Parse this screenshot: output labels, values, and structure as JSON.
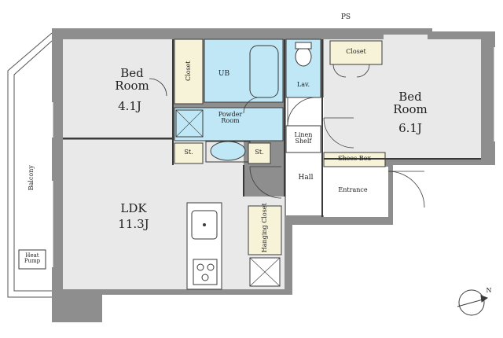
{
  "rooms": {
    "bedroom_left": {
      "name": "Bed Room",
      "size": "4.1J"
    },
    "bedroom_right": {
      "name": "Bed Room",
      "size": "6.1J"
    },
    "ldk": {
      "name": "LDK",
      "size": "11.3J"
    }
  },
  "labels": {
    "ps": "PS",
    "closet_left": "Closet",
    "closet_right": "Closet",
    "ub": "UB",
    "lav": "Lav.",
    "powder_room": "Powder Room",
    "storage_left": "St.",
    "storage_right": "St.",
    "linen_shelf": "Linen Shelf",
    "hall": "Hall",
    "shoes_box": "Shoes Box",
    "entrance": "Entrance",
    "hanging_closet": "Hanging Closet",
    "balcony": "Balcony",
    "ac_unit": "Heat Pump",
    "compass": "N"
  },
  "colors": {
    "wall": "#8e8e8e",
    "room_grey": "#e9e9e9",
    "wet_area": "#bfe7f6",
    "storage": "#f7f3d8",
    "line": "#3a3a3a"
  }
}
